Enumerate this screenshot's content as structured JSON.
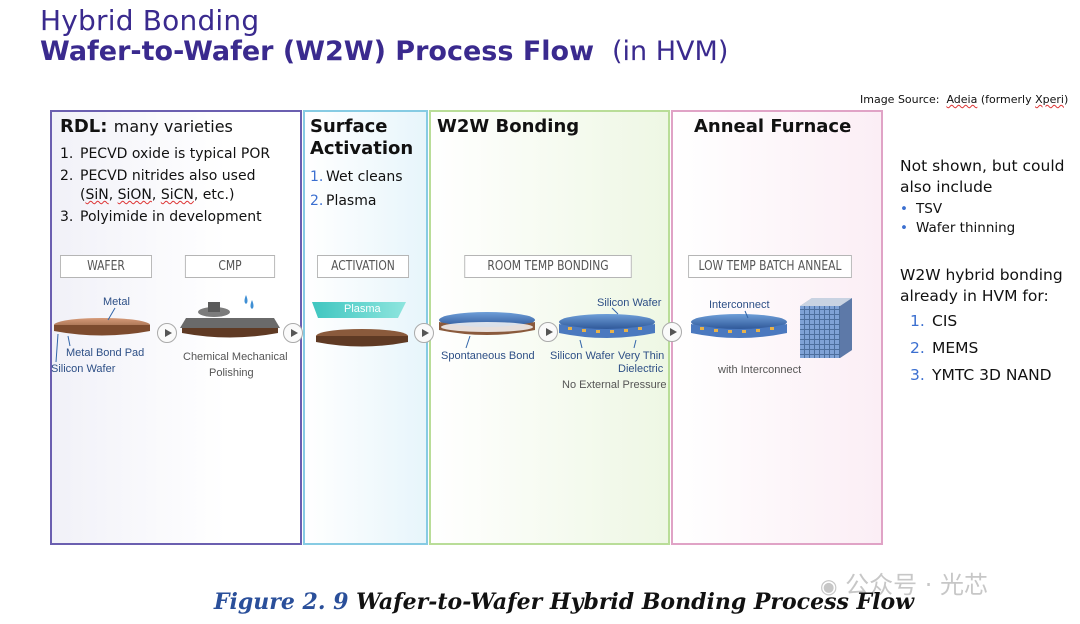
{
  "header": {
    "title": "Hybrid Bonding",
    "subtitle": "Wafer-to-Wafer (W2W) Process Flow",
    "subtitle_suffix": "(in HVM)",
    "source_prefix": "Image Source:",
    "source_name": "Adeia",
    "source_rest": " (formerly ",
    "source_xperi": "Xperi",
    "source_close": ")"
  },
  "panels": {
    "rdl": {
      "heading": "RDL:",
      "heading_rest": "many varieties",
      "items": [
        {
          "num": "1.",
          "lines": [
            "PECVD oxide is typical POR"
          ]
        },
        {
          "num": "2.",
          "line1": "PECVD nitrides also used",
          "line2_open": "(",
          "sin": "SiN",
          "c1": ", ",
          "sion": "SiON",
          "c2": ", ",
          "sicn": "SiCN",
          "line2_close": ", etc.)"
        },
        {
          "num": "3.",
          "lines": [
            "Polyimide in development"
          ]
        }
      ]
    },
    "activation": {
      "heading_line1": "Surface",
      "heading_line2": "Activation",
      "items": [
        {
          "num": "1.",
          "text": "Wet cleans"
        },
        {
          "num": "2.",
          "text": "Plasma"
        }
      ]
    },
    "bonding": {
      "heading": "W2W Bonding"
    },
    "anneal": {
      "heading": "Anneal Furnace"
    }
  },
  "diagram": {
    "steps": [
      "WAFER",
      "CMP",
      "ACTIVATION",
      "ROOM TEMP BONDING",
      "LOW TEMP BATCH ANNEAL"
    ],
    "labels": {
      "metal": "Metal",
      "metal_bond_pad": "Metal Bond Pad",
      "silicon_wafer_1": "Silicon Wafer",
      "cmp_line1": "Chemical Mechanical",
      "cmp_line2": "Polishing",
      "plasma": "Plasma",
      "spontaneous_bond": "Spontaneous Bond",
      "silicon_wafer_top": "Silicon Wafer",
      "silicon_wafer_2": "Silicon Wafer",
      "dielectric_line1": "Very Thin",
      "dielectric_line2": "Dielectric",
      "no_pressure": "No External Pressure",
      "interconnect": "Interconnect",
      "with_interconnect": "with Interconnect"
    }
  },
  "sidebar": {
    "not_shown_line1": "Not shown, but could",
    "not_shown_line2": "also include",
    "bullets": [
      "TSV",
      "Wafer thinning"
    ],
    "hvm_line1": "W2W hybrid bonding",
    "hvm_line2": "already in HVM for:",
    "hvm_items": [
      {
        "num": "1.",
        "text": "CIS"
      },
      {
        "num": "2.",
        "text": "MEMS"
      },
      {
        "num": "3.",
        "text": "YMTC 3D NAND"
      }
    ]
  },
  "caption": {
    "figure": "Figure 2. 9",
    "text": "Wafer-to-Wafer Hybrid Bonding Process Flow"
  },
  "watermark": "公众号 · 光芯",
  "colors": {
    "title": "#3a2a8e",
    "rdl_border": "#6b5fb0",
    "activation_border": "#86cbe3",
    "bonding_border": "#b9dd98",
    "anneal_border": "#e0a3c6",
    "list_number": "#3b6fd0"
  }
}
